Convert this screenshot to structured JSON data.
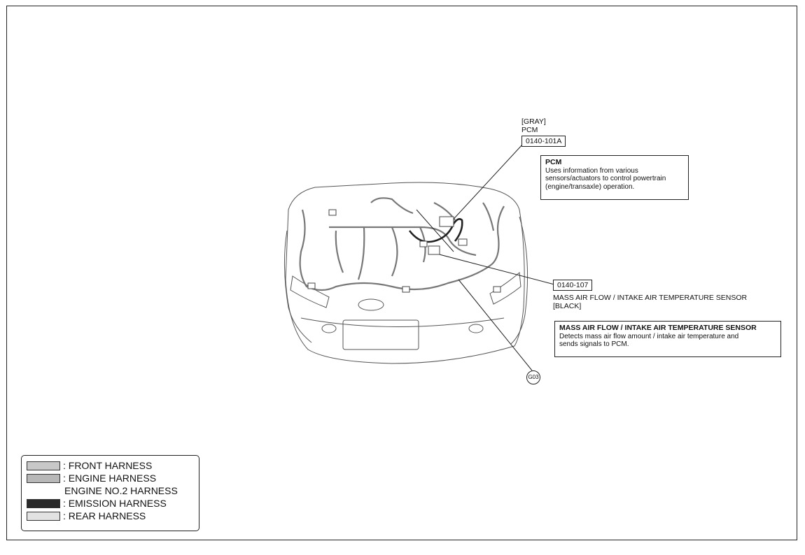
{
  "pcm_connector": {
    "color_note": "[GRAY]",
    "label": "PCM",
    "code": "0140-101A"
  },
  "pcm_note": {
    "title": "PCM",
    "lines": [
      "Uses information from various",
      "sensors/actuators to control powertrain",
      "(engine/transaxle) operation."
    ]
  },
  "maf_connector": {
    "code": "0140-107",
    "label": "MASS AIR FLOW / INTAKE AIR TEMPERATURE SENSOR",
    "color_note": "[BLACK]"
  },
  "maf_note": {
    "title": "MASS AIR FLOW / INTAKE AIR TEMPERATURE SENSOR",
    "lines": [
      "Detects mass air flow amount / intake air temperature and",
      "sends signals to PCM."
    ]
  },
  "ground": {
    "label": "G03"
  },
  "legend": {
    "items": [
      {
        "label": ": FRONT HARNESS",
        "color": "#c8c8c8"
      },
      {
        "label": ": ENGINE HARNESS",
        "color": "#b8b8b8"
      },
      {
        "label": "ENGINE NO.2 HARNESS",
        "color": ""
      },
      {
        "label": ": EMISSION HARNESS",
        "color": "#2a2a2a"
      },
      {
        "label": ": REAR HARNESS",
        "color": "#e2e2e2"
      }
    ]
  }
}
